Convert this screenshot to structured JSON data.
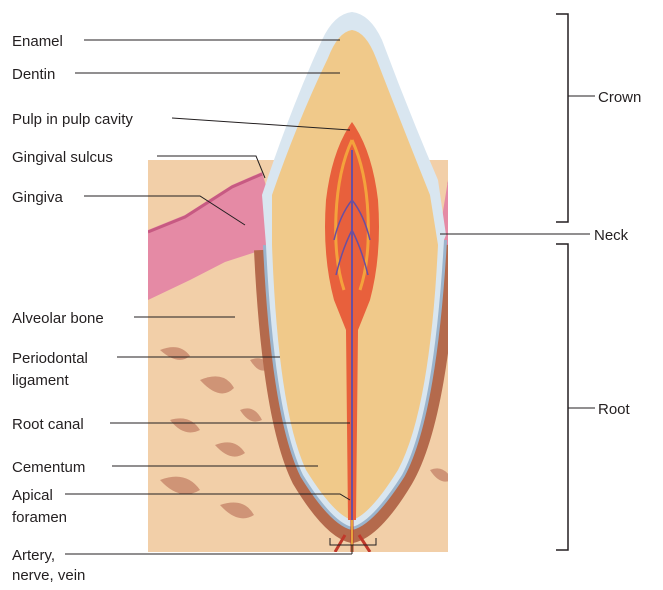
{
  "labels": {
    "enamel": "Enamel",
    "dentin": "Dentin",
    "pulp": "Pulp in pulp cavity",
    "gingival_sulcus": "Gingival sulcus",
    "gingiva": "Gingiva",
    "alveolar_bone": "Alveolar bone",
    "periodontal_1": "Periodontal",
    "periodontal_2": "ligament",
    "root_canal": "Root canal",
    "cementum": "Cementum",
    "apical_1": "Apical",
    "apical_2": "foramen",
    "vessels_1": "Artery,",
    "vessels_2": "nerve, vein",
    "crown": "Crown",
    "neck": "Neck",
    "root": "Root"
  },
  "colors": {
    "gum": "#e58aa5",
    "bone": "#f2cfa8",
    "bone_pattern": "#c98a6e",
    "ligament": "#b46a4c",
    "cementum": "#9bb4cc",
    "dentin": "#f0c98a",
    "enamel": "#d9e6f0",
    "pulp": "#e8603c",
    "leader": "#231f20"
  }
}
